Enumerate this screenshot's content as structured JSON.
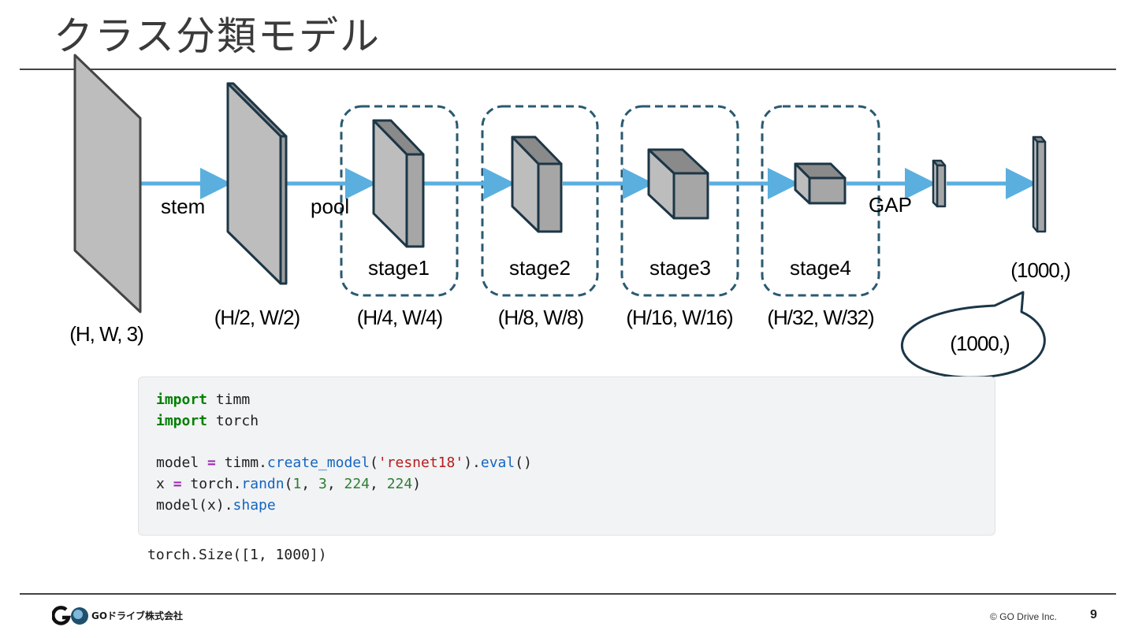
{
  "title": "クラス分類モデル",
  "diagram": {
    "op_labels": {
      "stem": "stem",
      "pool": "pool",
      "gap": "GAP"
    },
    "stages": [
      "stage1",
      "stage2",
      "stage3",
      "stage4"
    ],
    "shapes": {
      "input": "(H, W, 3)",
      "stem_out": "(H/2, W/2)",
      "stage1": "(H/4, W/4)",
      "stage2": "(H/8, W/8)",
      "stage3": "(H/16, W/16)",
      "stage4": "(H/32, W/32)",
      "output": "(1000,)"
    },
    "callout": "(1000,)",
    "colors": {
      "arrow": "#5aafdf",
      "block": "#bdbdbd",
      "edge": "#1c3646",
      "stage_border": "#2a5a70"
    }
  },
  "code": {
    "line1": {
      "kw": "import",
      "rest": " timm"
    },
    "line2": {
      "kw": "import",
      "rest": " torch"
    },
    "line4": {
      "var": "model",
      "eq": "=",
      "obj": "timm",
      "fn": "create_model",
      "arg": "'resnet18'",
      "fn2": "eval"
    },
    "line5": {
      "var": "x",
      "eq": "=",
      "obj": "torch",
      "fn": "randn",
      "a1": "1",
      "a2": "3",
      "a3": "224",
      "a4": "224"
    },
    "line6": {
      "call": "model(x)",
      "attr": "shape"
    }
  },
  "output": "torch.Size([1, 1000])",
  "footer": {
    "company": "GOドライブ株式会社",
    "copyright": "© GO Drive Inc.",
    "page": "9"
  }
}
